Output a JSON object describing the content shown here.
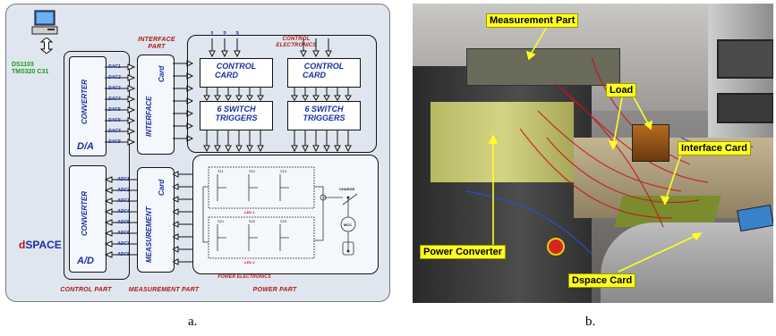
{
  "diagram": {
    "computer_icon": "computer-icon",
    "dspace_board": [
      "DS1103",
      "TMS320 C31"
    ],
    "dspace_name": {
      "d": "d",
      "rest": "SPACE"
    },
    "dac_block": {
      "name": "CONVERTER",
      "tag": "D/A"
    },
    "adc_block": {
      "name": "CONVERTER",
      "tag": "A/D"
    },
    "interface_block": {
      "name": "INTERFACE",
      "tag": "Card"
    },
    "measurement_block": {
      "name": "MEASUREMENT",
      "tag": "Card"
    },
    "interface_part_label": [
      "INTERFACE",
      "PART"
    ],
    "control_electronics_label": [
      "CONTROL",
      "ELECTRONICS"
    ],
    "control_card": [
      "CONTROL",
      "CARD"
    ],
    "switch_triggers": [
      "6 SWITCH",
      "TRIGGERS"
    ],
    "top_inputs": [
      "1",
      "2",
      "3"
    ],
    "dac_channels": [
      "DAC1",
      "DAC2",
      "DAC3",
      "DAC4",
      "DAC5",
      "DAC6",
      "DAC7",
      "DAC8"
    ],
    "adc_channels": [
      "ADC1",
      "ADC2",
      "ADC3",
      "ADC4",
      "ADC5",
      "ADC6",
      "ADC7",
      "ADC8"
    ],
    "power_electronics": {
      "switches_top": [
        "S11",
        "S12",
        "S13"
      ],
      "switches_bottom": [
        "S21",
        "S22",
        "S23"
      ],
      "leg1": "LEG 1",
      "leg2": "LEG 2",
      "motor": "MCC",
      "charge": "CHARGE",
      "title": "POWER ELECTRONICS"
    },
    "bottom_parts": {
      "control": "CONTROL PART",
      "measurement": "MEASUREMENT PART",
      "power": "POWER PART"
    }
  },
  "photo_labels": {
    "measurement_part": "Measurement Part",
    "load": "Load",
    "interface_card": "Interface Card",
    "power_converter": "Power Converter",
    "dspace_card": "Dspace Card"
  },
  "captions": {
    "left": "a.",
    "right": "b."
  },
  "colors": {
    "label_bg": "#ffff22",
    "diagram_blue": "#1a2fa0",
    "diagram_red": "#b01818",
    "dspace_green": "#1a9a1a"
  }
}
